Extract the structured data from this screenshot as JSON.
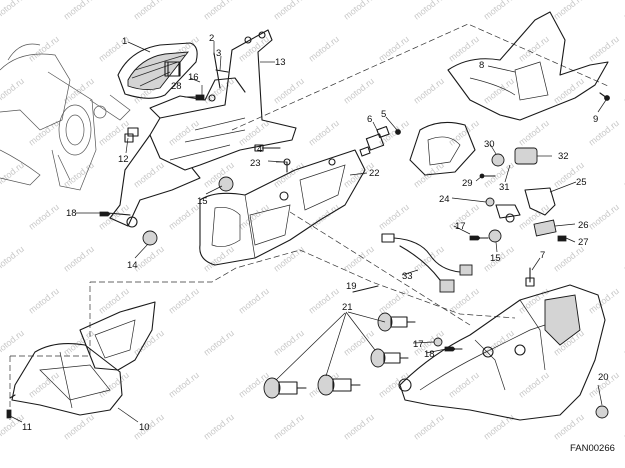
{
  "diagram_code": "FAN00266",
  "watermark": "motod.ru",
  "callouts": [
    "1",
    "2",
    "3",
    "4",
    "5",
    "6",
    "7",
    "8",
    "9",
    "10",
    "11",
    "12",
    "13",
    "14",
    "15",
    "15",
    "16",
    "17",
    "17",
    "18",
    "18",
    "19",
    "20",
    "21",
    "22",
    "23",
    "24",
    "25",
    "26",
    "27",
    "28",
    "29",
    "30",
    "31",
    "32",
    "33"
  ]
}
